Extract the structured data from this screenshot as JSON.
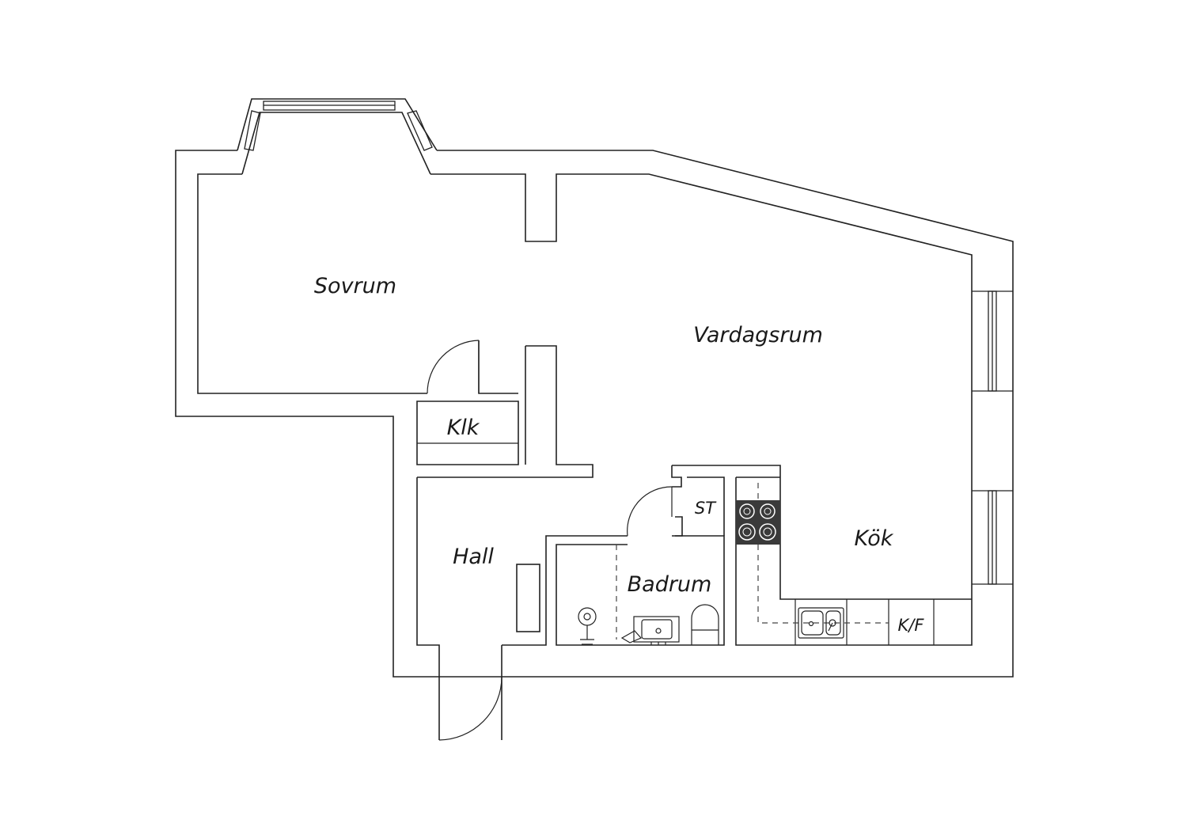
{
  "rooms": {
    "sovrum": "Sovrum",
    "vardagsrum": "Vardagsrum",
    "klk": "Klk",
    "hall": "Hall",
    "st": "ST",
    "badrum": "Badrum",
    "kok": "Kök",
    "kf": "K/F"
  },
  "colors": {
    "line": "#222222",
    "stove": "#3a3a3a",
    "background": "#ffffff"
  }
}
